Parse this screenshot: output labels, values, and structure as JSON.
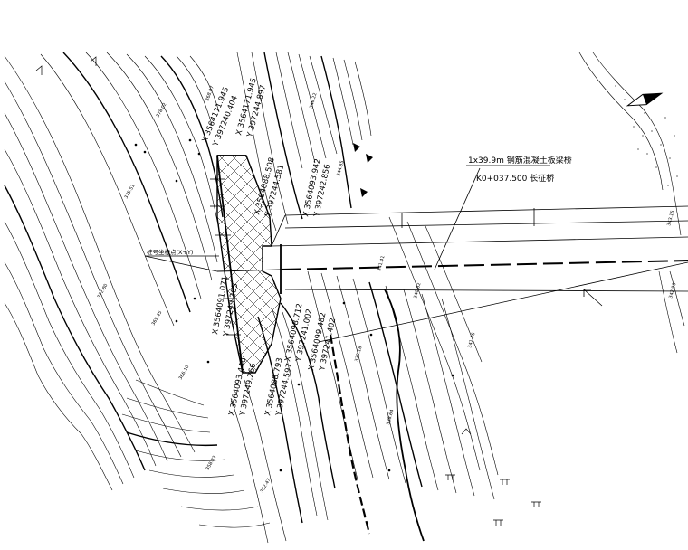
{
  "bridge": {
    "name": "1x39.9m 钢筋混凝土板梁桥",
    "station": "K0+037.500 长征桥"
  },
  "coords": {
    "c1x": "X 3564171.945",
    "c1y": "Y 397240.404",
    "c2x": "X 3564171.945",
    "c2y": "Y 397244.897",
    "c3x": "X 3564088.508",
    "c3y": "Y 397244.581",
    "c4x": "X 3564093.942",
    "c4y": "Y 397242.856",
    "c5x": "X 3564091.071",
    "c5y": "Y 397249.265",
    "c6x": "X 3564098.712",
    "c6y": "Y 397241.002",
    "c7x": "X 3564099.482",
    "c7y": "Y 397241.402",
    "c8x": "X 3564093.440",
    "c8y": "Y 397249.266",
    "c9x": "X 3564088.793",
    "c9y": "Y 397244.597"
  },
  "notes": {
    "pile": "桩号坐标点(X+Y)"
  }
}
